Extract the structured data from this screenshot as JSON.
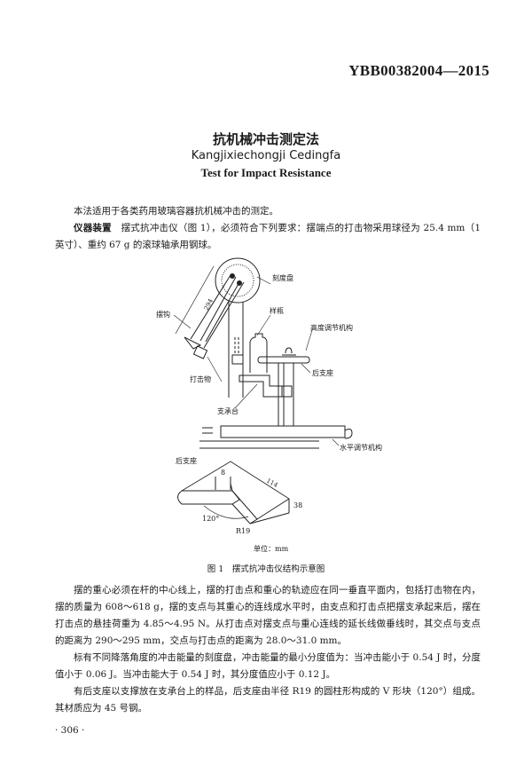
{
  "header": {
    "standard_no": "YBB00382004—2015"
  },
  "title": {
    "cn": "抗机械冲击测定法",
    "pinyin": "Kangjixiechongji Cedingfa",
    "en": "Test for Impact Resistance"
  },
  "intro": {
    "p1": "本法适用于各类药用玻璃容器抗机械冲击的测定。",
    "p2_key": "仪器装置",
    "p2": "　摆式抗冲击仪（图 1），必须符合下列要求：摆端点的打击物采用球径为 25.4 mm（1 英寸）、重约 67 g 的滚球轴承用钢球。"
  },
  "figure": {
    "labels": {
      "dial": "刻度盘",
      "pendulum_hook": "摆钩",
      "dim_294": "294",
      "sample_bottle": "样瓶",
      "height_adjust": "高度调节机构",
      "rear_support": "后支座",
      "striker": "打击物",
      "support_table": "支承台",
      "horizontal_adjust": "水平调节机构",
      "rear_support_detail": "后支座",
      "dim_114": "114",
      "dim_8": "8",
      "dim_38": "38",
      "angle": "120°",
      "radius": "R19",
      "unit": "单位：mm"
    },
    "caption": "图 1　摆式抗冲击仪结构示意图"
  },
  "body": {
    "p3": "摆的重心必须在杆的中心线上，摆的打击点和重心的轨迹应在同一垂直平面内，包括打击物在内，摆的质量为 608～618 g，摆的支点与其重心的连线成水平时，由支点和打击点把摆支承起来后，摆在打击点的悬挂荷重为 4.85～4.95 N。从打击点对摆支点与重心连线的延长线做垂线时，其交点与支点的距离为 290～295 mm，交点与打击点的距离为 28.0～31.0 mm。",
    "p4": "标有不同降落角度的冲击能量的刻度盘，冲击能量的最小分度值为：当冲击能小于 0.54 J 时，分度值小于 0.06 J。当冲击能大于 0.54 J 时，其分度值应小于 0.12 J。",
    "p5": "有后支座以支撑放在支承台上的样品，后支座由半径 R19 的圆柱形构成的 V 形块（120°）组成。其材质应为 45 号钢。"
  },
  "footer": {
    "page_number": "· 306 ·"
  }
}
